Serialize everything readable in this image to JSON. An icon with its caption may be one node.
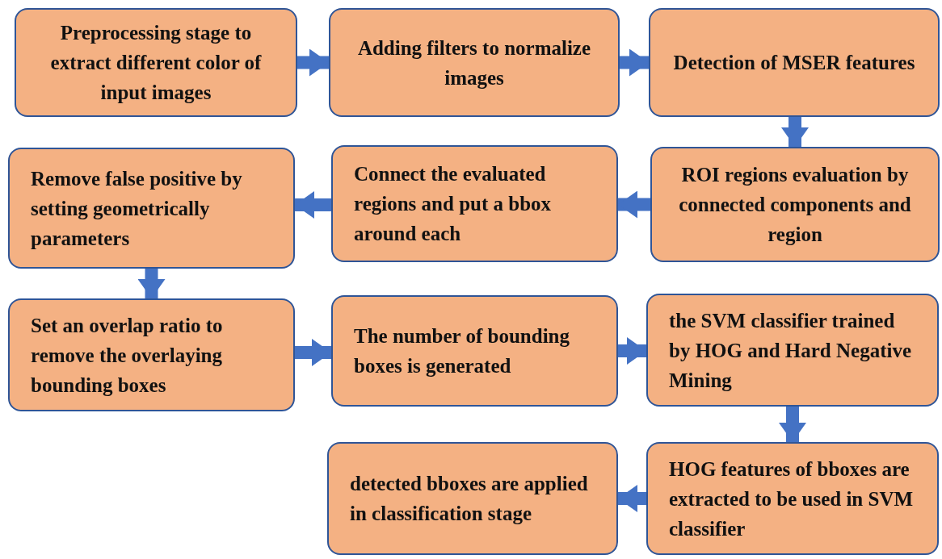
{
  "diagram": {
    "nodes": [
      {
        "text": [
          "Preprocessing stage to extract different color of input images"
        ]
      },
      {
        "text": [
          "Adding filters to normalize images"
        ]
      },
      {
        "text": [
          "Detection of MSER features"
        ]
      },
      {
        "text": [
          "ROI regions evaluation by connected components and region"
        ]
      },
      {
        "text": [
          "Connect the evaluated regions and put a bbox around each"
        ]
      },
      {
        "text": [
          "Remove false positive by setting geometrically parameters"
        ]
      },
      {
        "text": [
          "Set an overlap ratio to remove the overlaying bounding boxes"
        ]
      },
      {
        "text": [
          "The number of bounding boxes is generated"
        ]
      },
      {
        "text": [
          "the SVM classifier trained by HOG and Hard Negative Mining"
        ]
      },
      {
        "text": [
          "HOG features of bboxes are extracted to be used in SVM classifier"
        ]
      },
      {
        "text": [
          "detected bboxes are applied in classification stage"
        ]
      }
    ],
    "edges": [
      {
        "from": 0,
        "to": 1,
        "arrow": "to"
      },
      {
        "from": 1,
        "to": 2,
        "arrow": "to"
      },
      {
        "from": 2,
        "to": 3,
        "arrow": "to"
      },
      {
        "from": 3,
        "to": 4,
        "arrow": "to"
      },
      {
        "from": 4,
        "to": 5,
        "arrow": "to"
      },
      {
        "from": 5,
        "to": 6,
        "arrow": "to"
      },
      {
        "from": 6,
        "to": 7,
        "arrow": "to"
      },
      {
        "from": 7,
        "to": 8,
        "arrow": "to"
      },
      {
        "from": 8,
        "to": 9,
        "arrow": "to"
      },
      {
        "from": 9,
        "to": 10,
        "arrow": "to"
      }
    ]
  }
}
